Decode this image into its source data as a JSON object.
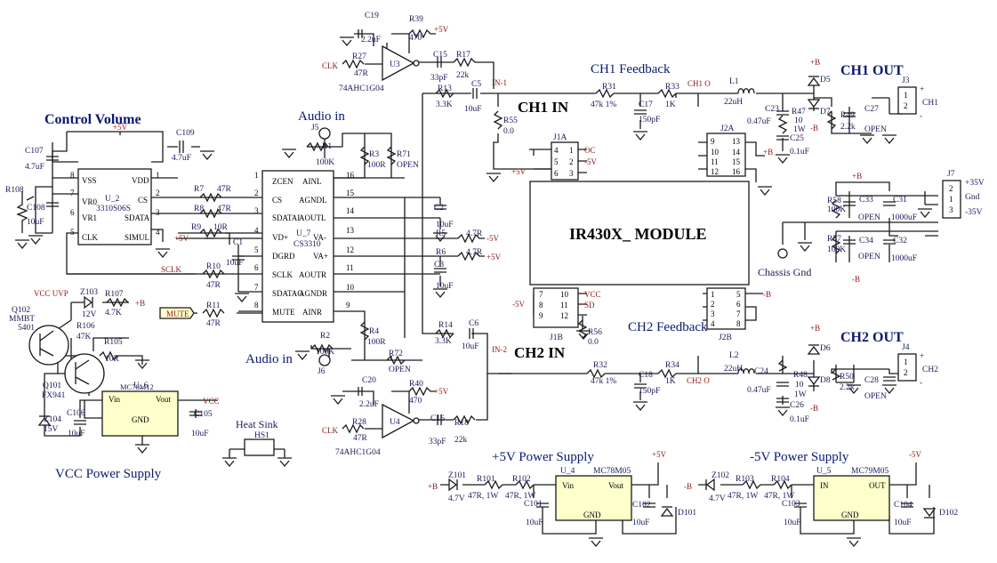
{
  "titles": {
    "control_volume": "Control Volume",
    "audio_in_top": "Audio in",
    "audio_in_bottom": "Audio in",
    "ch1_feedback": "CH1 Feedback",
    "ch2_feedback": "CH2 Feedback",
    "ch1_in": "CH1 IN",
    "ch2_in": "CH2 IN",
    "ch1_out": "CH1 OUT",
    "ch2_out": "CH2 OUT",
    "module": "IR430X_ MODULE",
    "vcc_supply": "VCC Power Supply",
    "p5v_supply": "+5V Power Supply",
    "n5v_supply": "-5V Power Supply",
    "heat_sink": "Heat Sink",
    "chassis_gnd": "Chassis Gnd"
  },
  "nets": {
    "p5v": "+5V",
    "n5v": "-5V",
    "pb": "+B",
    "nb": "-B",
    "vcc": "VCC",
    "clk": "CLK",
    "sclk": "SCLK",
    "mute": "MUTE",
    "vccuvp": "VCC UVP",
    "in1": "IN-1",
    "in2": "IN-2",
    "ch1o": "CH1 O",
    "ch2o": "CH2 O",
    "p35": "+35V",
    "gnd": "Gnd",
    "n35": "-35V",
    "oc": "OC",
    "sd": "SD",
    "ch1": "CH1",
    "ch2": "CH2",
    "plus": "+",
    "minus": "-",
    "one": "1",
    "two": "2"
  },
  "u2": {
    "ref": "U_2",
    "part": "3310S06S",
    "pins_left": [
      "VSS",
      "VR0",
      "VR1",
      "CLK"
    ],
    "pins_left_num": [
      "8",
      "7",
      "6",
      "5"
    ],
    "pins_right": [
      "VDD",
      "CS",
      "SDATA",
      "SIMUL"
    ],
    "pins_right_num": [
      "1",
      "2",
      "3",
      "4"
    ]
  },
  "u7": {
    "ref": "U_7",
    "part": "CS3310",
    "pins_left": [
      "ZCEN",
      "CS",
      "SDATAI",
      "VD+",
      "DGRD",
      "SCLK",
      "SDATAO",
      "MUTE"
    ],
    "pins_left_num": [
      "1",
      "2",
      "3",
      "4",
      "5",
      "6",
      "7",
      "8"
    ],
    "pins_right": [
      "AINL",
      "AGNDL",
      "AOUTL",
      "VA-",
      "VA+",
      "AOUTR",
      "AGNDR",
      "AINR"
    ],
    "pins_right_num": [
      "16",
      "15",
      "14",
      "13",
      "12",
      "11",
      "10",
      "9"
    ]
  },
  "u3": {
    "ref": "U3",
    "part": "74AHC1G04"
  },
  "u4": {
    "ref": "U4",
    "part": "74AHC1G04"
  },
  "u6": {
    "ref": "U_6",
    "part": "MC78M12",
    "vin": "Vin",
    "vout": "Vout",
    "gnd": "GND"
  },
  "u4r": {
    "ref": "U_4",
    "part": "MC78M05",
    "vin": "Vin",
    "vout": "Vout",
    "gnd": "GND"
  },
  "u5": {
    "ref": "U_5",
    "part": "MC79M05",
    "vin": "IN",
    "vout": "OUT",
    "gnd": "GND"
  },
  "j1a": {
    "ref": "J1A",
    "left": [
      "4",
      "5",
      "6"
    ],
    "right": [
      "1",
      "2",
      "3"
    ]
  },
  "j1b": {
    "ref": "J1B",
    "left": [
      "7",
      "8",
      "9"
    ],
    "right": [
      "10",
      "11",
      "12"
    ]
  },
  "j2a": {
    "ref": "J2A",
    "left": [
      "9",
      "10",
      "11",
      "12"
    ],
    "right": [
      "13",
      "14",
      "15",
      "16"
    ]
  },
  "j2b": {
    "ref": "J2B",
    "left": [
      "1",
      "2",
      "3",
      "4"
    ],
    "right": [
      "5",
      "6",
      "7",
      "8"
    ]
  },
  "j7": {
    "ref": "J7",
    "pins": [
      "2",
      "1",
      "3"
    ]
  },
  "parts": {
    "c107": [
      "C107",
      "4.7uF"
    ],
    "c108": [
      "C108",
      "10uF"
    ],
    "c109": [
      "C109",
      "4.7uF"
    ],
    "r108": [
      "R108"
    ],
    "r7": [
      "R7",
      "47R"
    ],
    "r8": [
      "R8",
      "47R"
    ],
    "r9": [
      "R9",
      "10R"
    ],
    "r10": [
      "R10",
      "47R"
    ],
    "r11": [
      "R11",
      "47R"
    ],
    "c1": [
      "C1",
      "10uF"
    ],
    "j5": [
      "J5"
    ],
    "j6": [
      "J6"
    ],
    "r1": [
      "R1",
      "100K"
    ],
    "r2": [
      "R2",
      "100K"
    ],
    "r3": [
      "R3",
      "100R"
    ],
    "r4": [
      "R4",
      "100R"
    ],
    "r71": [
      "R71",
      "OPEN"
    ],
    "r72": [
      "R72",
      "OPEN"
    ],
    "c2": [
      "C2",
      "10uF"
    ],
    "c3": [
      "C3",
      "10uF"
    ],
    "r5": [
      "R5",
      "4.7R"
    ],
    "r6": [
      "R6",
      "4.7R"
    ],
    "c19": [
      "C19",
      "2.2uF"
    ],
    "r39": [
      "R39",
      "470"
    ],
    "r27": [
      "R27",
      "47R"
    ],
    "c15": [
      "C15",
      "33pF"
    ],
    "r17": [
      "R17",
      "22k"
    ],
    "r13": [
      "R13",
      "3.3K"
    ],
    "c5": [
      "C5",
      "10uF"
    ],
    "r55": [
      "R55",
      "0.0"
    ],
    "c20": [
      "C20",
      "2.2uF"
    ],
    "r40": [
      "R40",
      "470"
    ],
    "r28": [
      "R28",
      "47R"
    ],
    "c16": [
      "C16",
      "33pF"
    ],
    "r18": [
      "R18",
      "22k"
    ],
    "r14": [
      "R14",
      "3.3K"
    ],
    "c6": [
      "C6",
      "10uF"
    ],
    "r56": [
      "R56",
      "0.0"
    ],
    "r31": [
      "R31",
      "47k 1%"
    ],
    "c17": [
      "C17",
      "150pF"
    ],
    "r33": [
      "R33",
      "1K"
    ],
    "r32": [
      "R32",
      "47k 1%"
    ],
    "c18": [
      "C18",
      "150pF"
    ],
    "r34": [
      "R34",
      "1K"
    ],
    "l1": [
      "L1",
      "22uH"
    ],
    "l2": [
      "L2",
      "22uH"
    ],
    "c23": [
      "C23",
      "0.47uF"
    ],
    "c24": [
      "C24",
      "0.47uF"
    ],
    "r47": [
      "R47",
      "10",
      "1W"
    ],
    "r48": [
      "R48",
      "10",
      "1W"
    ],
    "c25": [
      "C25",
      "0.1uF"
    ],
    "c26": [
      "C26",
      "0.1uF"
    ],
    "d5": [
      "D5"
    ],
    "d6": [
      "D6"
    ],
    "d7": [
      "D7"
    ],
    "d8": [
      "D8"
    ],
    "r49": [
      "R49",
      "2.2k"
    ],
    "r50": [
      "R50",
      "2.2k"
    ],
    "c27": [
      "C27",
      "OPEN"
    ],
    "c28": [
      "C28",
      "OPEN"
    ],
    "j3": [
      "J3"
    ],
    "j4": [
      "J4"
    ],
    "r58": [
      "R58",
      "100K"
    ],
    "r57": [
      "R57",
      "100K"
    ],
    "c33": [
      "C33",
      "OPEN"
    ],
    "c34": [
      "C34",
      "OPEN"
    ],
    "c31": [
      "C31",
      "1000uF"
    ],
    "c32": [
      "C32",
      "1000uF"
    ],
    "q102": [
      "Q102",
      "MMBT",
      "5401"
    ],
    "q101": [
      "Q101",
      "FX941"
    ],
    "z103": [
      "Z103",
      "12V"
    ],
    "r107": [
      "R107",
      "4.7K"
    ],
    "r106": [
      "R106",
      "47K"
    ],
    "r105": [
      "R105",
      "10R"
    ],
    "z104": [
      "Z104",
      "15V"
    ],
    "c106": [
      "C106",
      "10uF"
    ],
    "c105": [
      "C105",
      "10uF"
    ],
    "hs1": [
      "HS1"
    ],
    "z101": [
      "Z101",
      "4.7V"
    ],
    "r101": [
      "R101",
      "47R, 1W"
    ],
    "r102": [
      "R102",
      "47R, 1W"
    ],
    "c101": [
      "C101",
      "10uF"
    ],
    "c102": [
      "C102",
      "10uF"
    ],
    "d101": [
      "D101"
    ],
    "z102": [
      "Z102",
      "4.7V"
    ],
    "r103": [
      "R103",
      "47R, 1W"
    ],
    "r104": [
      "R104",
      "47R, 1W"
    ],
    "c103": [
      "C103",
      "10uF"
    ],
    "c104": [
      "C104",
      "10uF"
    ],
    "d102": [
      "D102"
    ]
  }
}
